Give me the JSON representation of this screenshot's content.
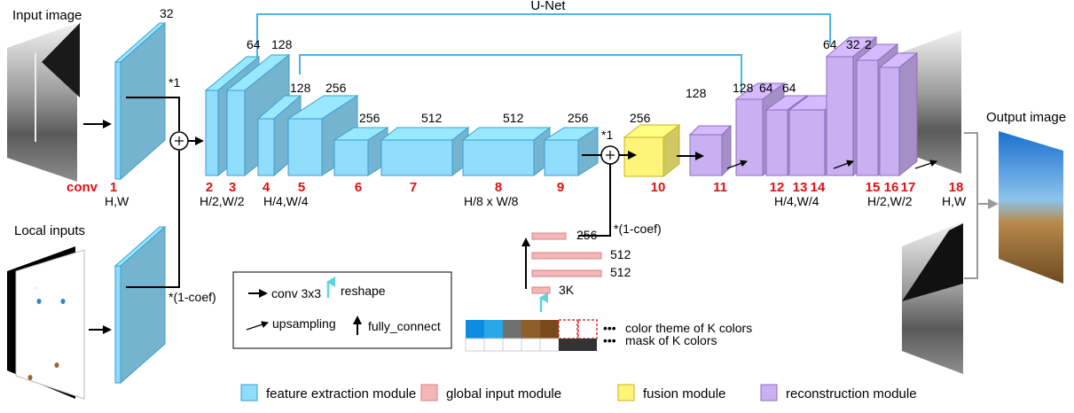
{
  "title": "U-Net",
  "input_image_label": "Input image",
  "local_inputs_label": "Local inputs",
  "output_image_label": "Output image",
  "conv_label": "conv",
  "coef_top": "*1",
  "coef_bottom": "*(1-coef)",
  "coef_mid_top": "*1",
  "coef_mid_bottom": "*(1-coef)",
  "channels": {
    "c1": "32",
    "c2": "64",
    "c3": "128",
    "c4": "128",
    "c5": "256",
    "c6": "256",
    "c7": "512",
    "c8": "512",
    "c9": "256",
    "c10": "256",
    "c11": "128",
    "c12": "128",
    "c13": "64",
    "c14": "64",
    "c15": "64",
    "c16": "32",
    "c17": "2"
  },
  "layer_numbers": [
    "1",
    "2",
    "3",
    "4",
    "5",
    "6",
    "7",
    "8",
    "9",
    "10",
    "11",
    "12",
    "13",
    "14",
    "15",
    "16",
    "17",
    "18"
  ],
  "dims": {
    "d1": "H,W",
    "d23": "H/2,W/2",
    "d45": "H/4,W/4",
    "d8": "H/8 x W/8",
    "d1214": "H/4,W/4",
    "d1517": "H/2,W/2",
    "d18": "H,W"
  },
  "global": {
    "fc1": "256",
    "fc2": "512",
    "fc3": "512",
    "fc4": "3K",
    "theme_label": "color theme of K colors",
    "mask_label": "mask of K colors",
    "dots": "•••",
    "theme_colors": [
      "#0d8de0",
      "#2aa7e6",
      "#6f6f6f",
      "#8b5e2a",
      "#7a4a1c"
    ]
  },
  "legend_box": {
    "conv": "conv 3x3",
    "reshape": "reshape",
    "upsampling": "upsampling",
    "fully_connect": "fully_connect"
  },
  "legend": [
    {
      "label": "feature extraction module",
      "color": "#8fdcfb"
    },
    {
      "label": "global input module",
      "color": "#f4b6b6"
    },
    {
      "label": "fusion module",
      "color": "#fdf47a"
    },
    {
      "label": "reconstruction module",
      "color": "#c9b0f0"
    }
  ]
}
